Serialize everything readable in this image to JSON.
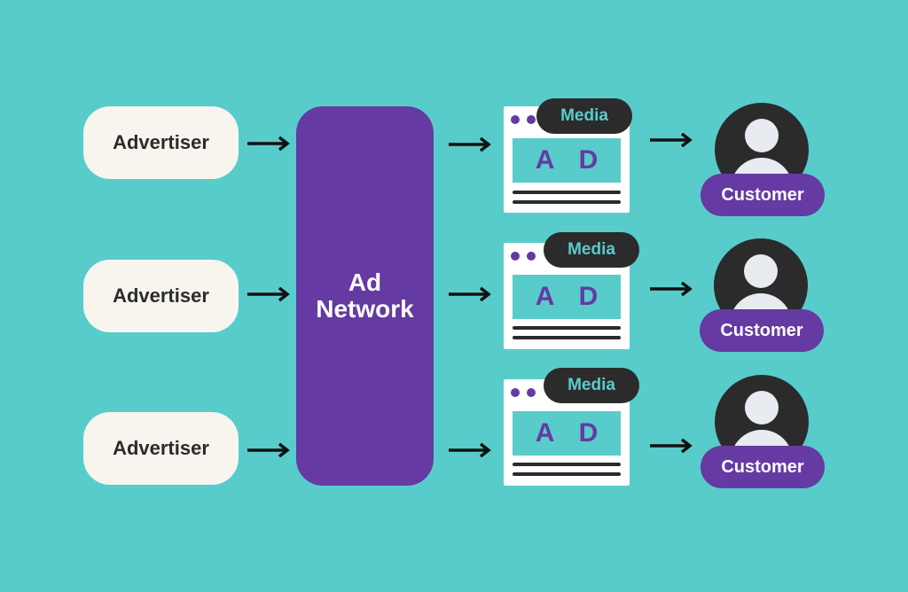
{
  "colors": {
    "background": "#58cccb",
    "advertiser_fill": "#f7f5ee",
    "network_fill": "#653aa3",
    "dark": "#2b2b2b",
    "white": "#ffffff",
    "avatar_light": "#e8ebef"
  },
  "advertisers": [
    {
      "label": "Advertiser"
    },
    {
      "label": "Advertiser"
    },
    {
      "label": "Advertiser"
    }
  ],
  "network": {
    "line1": "Ad",
    "line2": "Network"
  },
  "media": [
    {
      "tag": "Media",
      "ad_text": "A D"
    },
    {
      "tag": "Media",
      "ad_text": "A D"
    },
    {
      "tag": "Media",
      "ad_text": "A D"
    }
  ],
  "customers": [
    {
      "label": "Customer"
    },
    {
      "label": "Customer"
    },
    {
      "label": "Customer"
    }
  ]
}
